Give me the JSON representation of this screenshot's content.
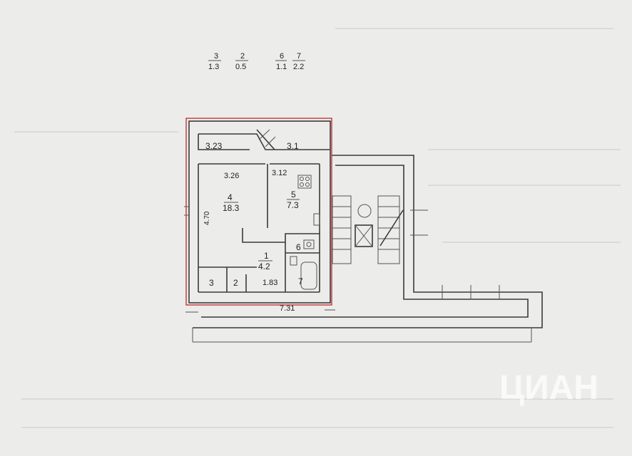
{
  "legend": [
    {
      "num": "3",
      "area": "1.3"
    },
    {
      "num": "2",
      "area": "0.5"
    },
    {
      "num": "6",
      "area": "1.1"
    },
    {
      "num": "7",
      "area": "2.2"
    }
  ],
  "rooms": {
    "r4": {
      "num": "4",
      "area": "18.3",
      "width": "3.26",
      "length": "4.70"
    },
    "r5": {
      "num": "5",
      "area": "7.3",
      "width": "3.12"
    },
    "r1": {
      "num": "1",
      "area": "4.2",
      "width": "1.83"
    },
    "r3": {
      "num": "3"
    },
    "r2": {
      "num": "2"
    },
    "r6": {
      "num": "6"
    },
    "r7": {
      "num": "7"
    }
  },
  "loggia": {
    "left": "3.23",
    "right": "3.1"
  },
  "outer_length": "7.31",
  "watermark": "ЦИАН"
}
